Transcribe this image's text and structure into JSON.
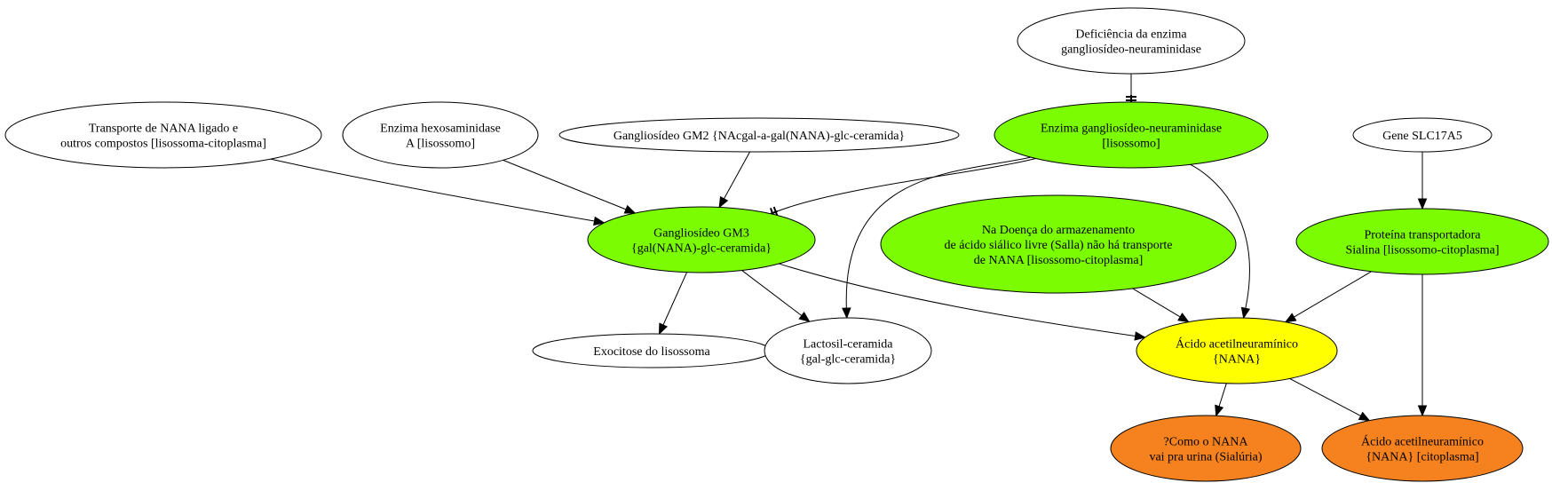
{
  "colors": {
    "green": "#7cfc00",
    "yellow": "#ffff00",
    "orange": "#f5821f",
    "white": "#ffffff"
  },
  "nodes": {
    "deficiencia": {
      "lines": [
        "Deficiência da enzima",
        "gangliosídeo-neuraminidase"
      ],
      "color": "white"
    },
    "transporte": {
      "lines": [
        "Transporte de NANA ligado e",
        "outros compostos [lisossoma-citoplasma]"
      ],
      "color": "white"
    },
    "hexosaminidase": {
      "lines": [
        "Enzima hexosaminidase",
        "A [lisossomo]"
      ],
      "color": "white"
    },
    "gm2": {
      "lines": [
        "Gangliosídeo GM2 {NAcgal-a-gal(NANA)-glc-ceramida}"
      ],
      "color": "white"
    },
    "neuraminidase": {
      "lines": [
        "Enzima gangliosídeo-neuraminidase",
        "[lisossomo]"
      ],
      "color": "green"
    },
    "slc17a5": {
      "lines": [
        "Gene SLC17A5"
      ],
      "color": "white"
    },
    "gm3": {
      "lines": [
        "Gangliosídeo GM3",
        "{gal(NANA)-glc-ceramida}"
      ],
      "color": "green"
    },
    "salla": {
      "lines": [
        "Na Doença do armazenamento",
        "de ácido siálico livre (Salla) não há transporte",
        "de NANA [lisossomo-citoplasma]"
      ],
      "color": "green"
    },
    "sialina": {
      "lines": [
        "Proteína transportadora",
        "Sialina [lisossomo-citoplasma]"
      ],
      "color": "green"
    },
    "exocitose": {
      "lines": [
        "Exocitose do lisossoma"
      ],
      "color": "white"
    },
    "lactosil": {
      "lines": [
        "Lactosil-ceramida",
        "{gal-glc-ceramida}"
      ],
      "color": "white"
    },
    "nana": {
      "lines": [
        "Ácido acetilneuramínico",
        "{NANA}"
      ],
      "color": "yellow"
    },
    "urina": {
      "lines": [
        "?Como o NANA",
        "vai pra urina (Sialúria)"
      ],
      "color": "orange"
    },
    "citoplasma": {
      "lines": [
        "Ácido acetilneuramínico",
        "{NANA} [citoplasma]"
      ],
      "color": "orange"
    }
  },
  "edges": [
    {
      "from": "deficiencia",
      "to": "neuraminidase",
      "arrow": "tee"
    },
    {
      "from": "transporte",
      "to": "gm3",
      "arrow": "normal"
    },
    {
      "from": "hexosaminidase",
      "to": "gm3",
      "arrow": "normal"
    },
    {
      "from": "gm2",
      "to": "gm3",
      "arrow": "normal"
    },
    {
      "from": "neuraminidase",
      "to": "gm3",
      "arrow": "tee"
    },
    {
      "from": "neuraminidase",
      "to": "lactosil",
      "arrow": "normal"
    },
    {
      "from": "neuraminidase",
      "to": "nana",
      "arrow": "normal"
    },
    {
      "from": "slc17a5",
      "to": "sialina",
      "arrow": "normal"
    },
    {
      "from": "gm3",
      "to": "exocitose",
      "arrow": "normal"
    },
    {
      "from": "gm3",
      "to": "lactosil",
      "arrow": "normal"
    },
    {
      "from": "gm3",
      "to": "nana",
      "arrow": "normal"
    },
    {
      "from": "salla",
      "to": "nana",
      "arrow": "normal"
    },
    {
      "from": "sialina",
      "to": "nana",
      "arrow": "normal"
    },
    {
      "from": "sialina",
      "to": "citoplasma",
      "arrow": "normal"
    },
    {
      "from": "nana",
      "to": "urina",
      "arrow": "normal"
    },
    {
      "from": "nana",
      "to": "citoplasma",
      "arrow": "normal"
    }
  ]
}
